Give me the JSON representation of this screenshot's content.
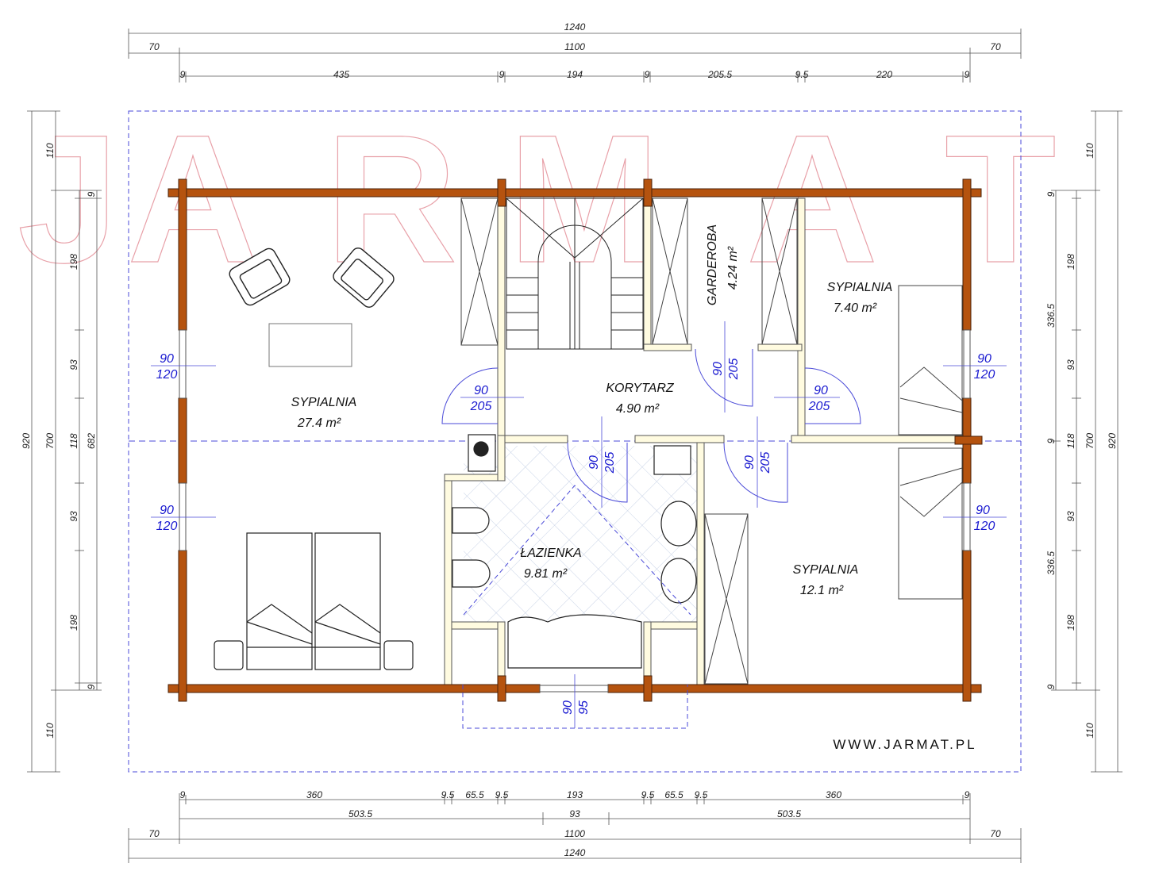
{
  "watermark": [
    "J",
    "A",
    "R",
    "M",
    "A",
    "T"
  ],
  "website": "WWW.JARMAT.PL",
  "top_dims": {
    "row1": "1240",
    "row2": [
      "70",
      "1100",
      "70"
    ],
    "row3": [
      "9",
      "435",
      "9",
      "194",
      "9",
      "205.5",
      "9.5",
      "220",
      "9"
    ]
  },
  "bottom_dims": {
    "row1": [
      "9",
      "360",
      "9.5",
      "65.5",
      "9.5",
      "193",
      "9.5",
      "65.5",
      "9.5",
      "360",
      "9"
    ],
    "row2": [
      "503.5",
      "93",
      "503.5"
    ],
    "row3": [
      "70",
      "1100",
      "70"
    ],
    "row4": "1240"
  },
  "left_dims": {
    "outer": "920",
    "mid": [
      "110",
      "700",
      "110"
    ],
    "inner": [
      "198",
      "93",
      "118",
      "93",
      "198"
    ],
    "nine_top": "9",
    "nine_bottom": "9",
    "second": "682"
  },
  "right_dims": {
    "outer": "920",
    "mid": [
      "110",
      "700",
      "110"
    ],
    "inner": [
      "9",
      "198",
      "93",
      "9",
      "118",
      "93",
      "198",
      "9"
    ],
    "halves": [
      "336.5",
      "336.5"
    ]
  },
  "rooms": [
    {
      "name": "SYPIALNIA",
      "area": "27.4 m²"
    },
    {
      "name": "KORYTARZ",
      "area": "4.90 m²"
    },
    {
      "name": "GARDEROBA",
      "area": "4.24 m²"
    },
    {
      "name": "SYPIALNIA",
      "area": "7.40 m²"
    },
    {
      "name": "ŁAZIENKA",
      "area": "9.81 m²"
    },
    {
      "name": "SYPIALNIA",
      "area": "12.1 m²"
    }
  ],
  "openings": [
    {
      "w": "90",
      "h": "120"
    },
    {
      "w": "90",
      "h": "120"
    },
    {
      "w": "90",
      "h": "120"
    },
    {
      "w": "90",
      "h": "120"
    },
    {
      "w": "90",
      "h": "205"
    },
    {
      "w": "90",
      "h": "205"
    },
    {
      "w": "90",
      "h": "205"
    },
    {
      "w": "90",
      "h": "205"
    },
    {
      "w": "90",
      "h": "205"
    },
    {
      "w": "90",
      "h": "95"
    }
  ]
}
